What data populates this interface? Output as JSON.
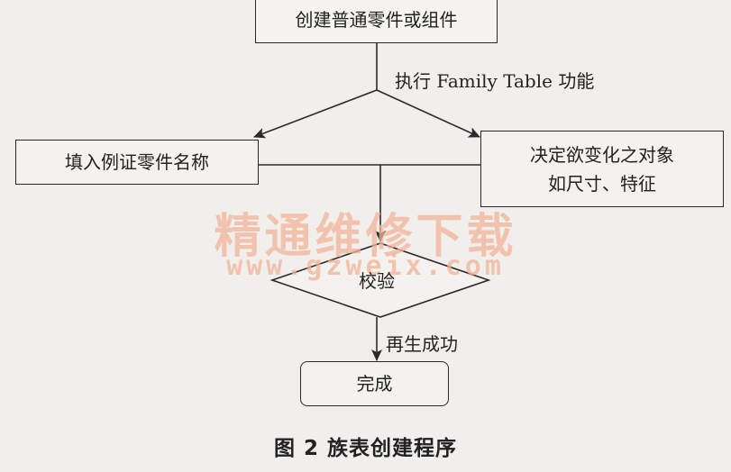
{
  "diagram": {
    "nodes": {
      "create_part": "创建普通零件或组件",
      "fill_instance": "填入例证零件名称",
      "decide_object_line1": "决定欲变化之对象",
      "decide_object_line2": "如尺寸、特征",
      "verify": "校验",
      "finish": "完成"
    },
    "edge_labels": {
      "execute_family_table": "执行 Family Table 功能",
      "regen_success": "再生成功"
    },
    "caption": "图 2    族表创建程序"
  },
  "watermark": {
    "cn": "精通维修下载",
    "url": "www.gzweix.com"
  }
}
